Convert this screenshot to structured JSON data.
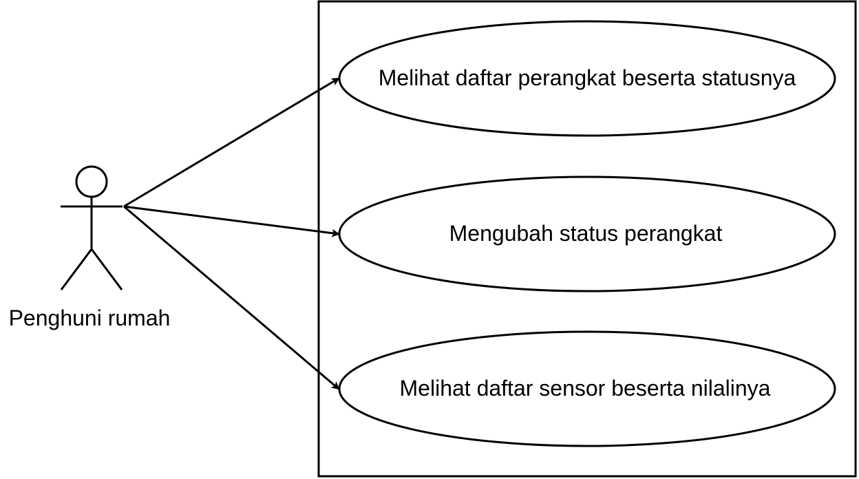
{
  "actor": {
    "name": "Penghuni rumah",
    "icon": "stick-figure-actor-icon"
  },
  "use_cases": [
    {
      "label": "Melihat daftar perangkat beserta statusnya"
    },
    {
      "label": "Mengubah status perangkat"
    },
    {
      "label": "Melihat daftar sensor beserta nilalinya"
    }
  ],
  "colors": {
    "stroke": "#000000",
    "background": "#ffffff"
  }
}
